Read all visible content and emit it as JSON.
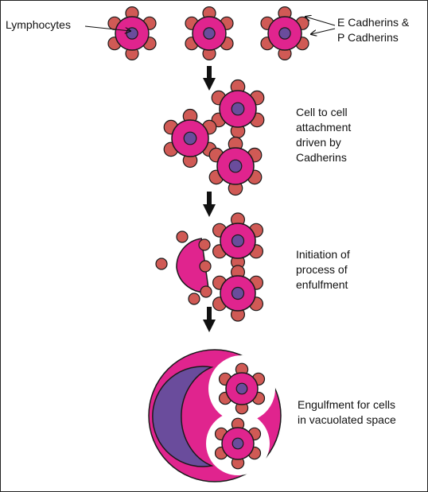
{
  "colors": {
    "cell_fill": "#e0248e",
    "nucleus_fill": "#6a4c9c",
    "cadherin_fill": "#d05a55",
    "outline": "#1a1a1a",
    "vacuole_fill": "#ffffff",
    "arrow": "#111111"
  },
  "labels": {
    "lymphocytes": "Lymphocytes",
    "cadherins": [
      "E Cadherins &",
      "P Cadherins"
    ],
    "step2": [
      "Cell to cell",
      "attachment",
      "driven by",
      "Cadherins"
    ],
    "step3": [
      "Initiation of",
      "process of",
      "enfulfment"
    ],
    "step4": [
      "Engulfment for cells",
      "in vacuolated space"
    ]
  }
}
